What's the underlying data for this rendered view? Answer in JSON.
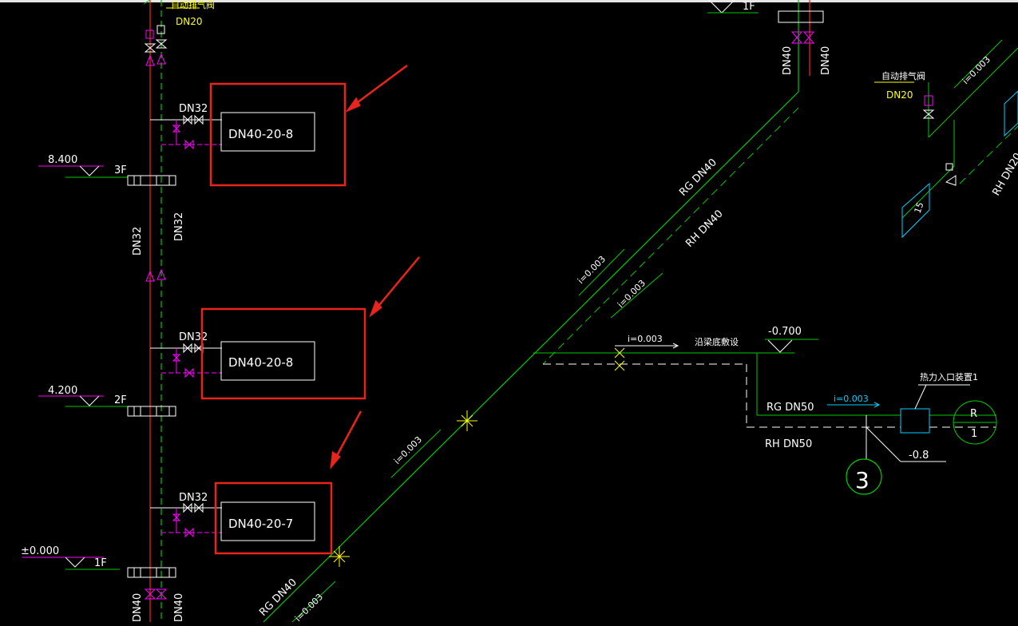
{
  "drawing": {
    "top_cut_left_label": "自动排气阀",
    "top_left_dn": "DN20",
    "top_right_floor": "1F",
    "riser_left_labels": [
      "DN32",
      "DN32"
    ],
    "riser_bottom_labels": [
      "DN40",
      "DN40"
    ],
    "top_right_riser_labels": [
      "DN40",
      "DN40"
    ],
    "levels": [
      {
        "elev": "8.400",
        "floor": "3F"
      },
      {
        "elev": "4.200",
        "floor": "2F"
      },
      {
        "elev": "±0.000",
        "floor": "1F"
      }
    ],
    "branch_dn": [
      "DN32",
      "DN32",
      "DN32"
    ],
    "radiators": [
      "DN40-20-8",
      "DN40-20-8",
      "DN40-20-7"
    ],
    "diagonal": {
      "rg_upper": "RG DN40",
      "rh_upper": "RH DN40",
      "slope_a": "i=0.003",
      "slope_b": "i=0.003",
      "slope_c": "i=0.003",
      "slope_d": "i=0.003",
      "rg_lower": "RG DN40"
    },
    "horizontal": {
      "slope": "i=0.003",
      "note": "沿梁底敷设",
      "elev": "-0.700"
    },
    "entrance": {
      "rg": "RG DN50",
      "rh": "RH DN50",
      "slope": "i=0.003",
      "device": "热力入口装置1",
      "elev": "-0.8",
      "circle_num": "3",
      "r_top": "R",
      "r_bottom": "1"
    },
    "right_cluster": {
      "valve_label": "自动排气阀",
      "dn": "DN20",
      "slope": "i=0.003",
      "radiator": "15",
      "rh": "RH DN20"
    }
  },
  "colors": {
    "background": "#000000",
    "green": "#00c800",
    "red": "#ff2020",
    "magenta": "#ff00ff",
    "yellow": "#ffff00",
    "white": "#ffffff",
    "cyan": "#00d0ff",
    "highlight_box": "#e8241c"
  }
}
